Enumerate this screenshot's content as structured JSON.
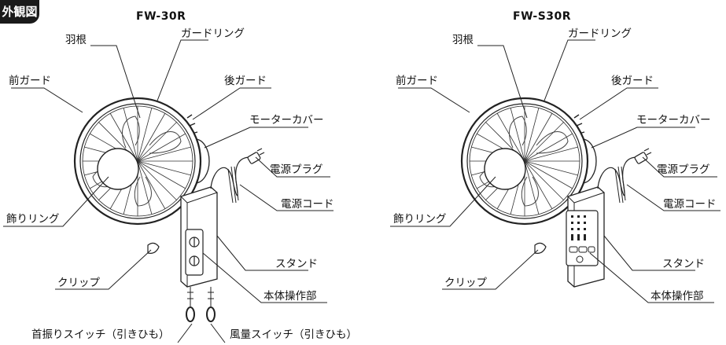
{
  "badge": "外観図",
  "models": [
    {
      "name": "FW-30R",
      "labels": {
        "blade": "羽根",
        "guard_ring": "ガードリング",
        "front_guard": "前ガード",
        "rear_guard": "後ガード",
        "motor_cover": "モーターカバー",
        "plug": "電源プラグ",
        "cord": "電源コード",
        "deco_ring": "飾りリング",
        "stand": "スタンド",
        "clip": "クリップ",
        "control": "本体操作部",
        "swing_switch": "首振りスイッチ（引きひも）",
        "wind_switch": "風量スイッチ（引きひも）"
      }
    },
    {
      "name": "FW-S30R",
      "labels": {
        "blade": "羽根",
        "guard_ring": "ガードリング",
        "front_guard": "前ガード",
        "rear_guard": "後ガード",
        "motor_cover": "モーターカバー",
        "plug": "電源プラグ",
        "cord": "電源コード",
        "deco_ring": "飾りリング",
        "stand": "スタンド",
        "clip": "クリップ",
        "control": "本体操作部"
      }
    }
  ]
}
